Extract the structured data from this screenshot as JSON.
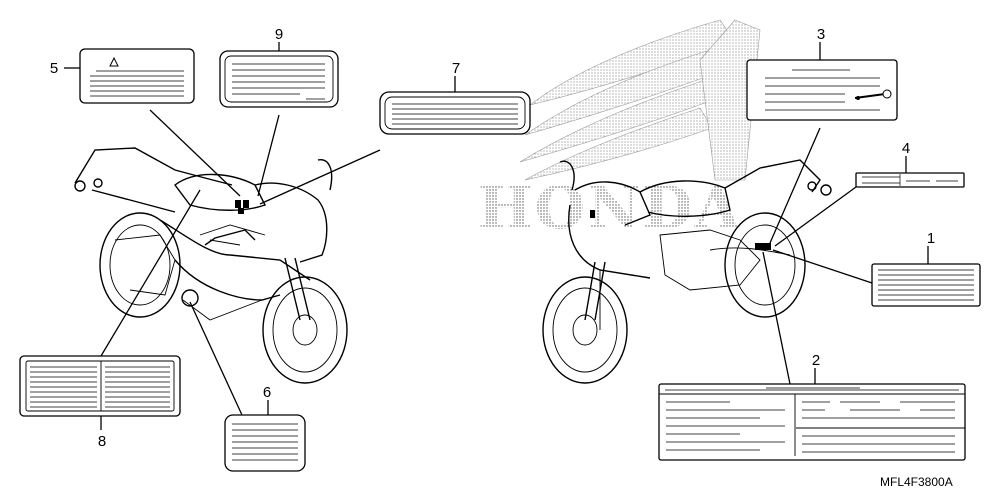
{
  "diagram": {
    "part_code": "MFL4F3800A",
    "watermark": "HONDA",
    "callouts": [
      {
        "id": "1",
        "label": "1"
      },
      {
        "id": "2",
        "label": "2"
      },
      {
        "id": "3",
        "label": "3"
      },
      {
        "id": "4",
        "label": "4"
      },
      {
        "id": "5",
        "label": "5"
      },
      {
        "id": "6",
        "label": "6"
      },
      {
        "id": "7",
        "label": "7"
      },
      {
        "id": "8",
        "label": "8"
      },
      {
        "id": "9",
        "label": "9"
      }
    ]
  }
}
